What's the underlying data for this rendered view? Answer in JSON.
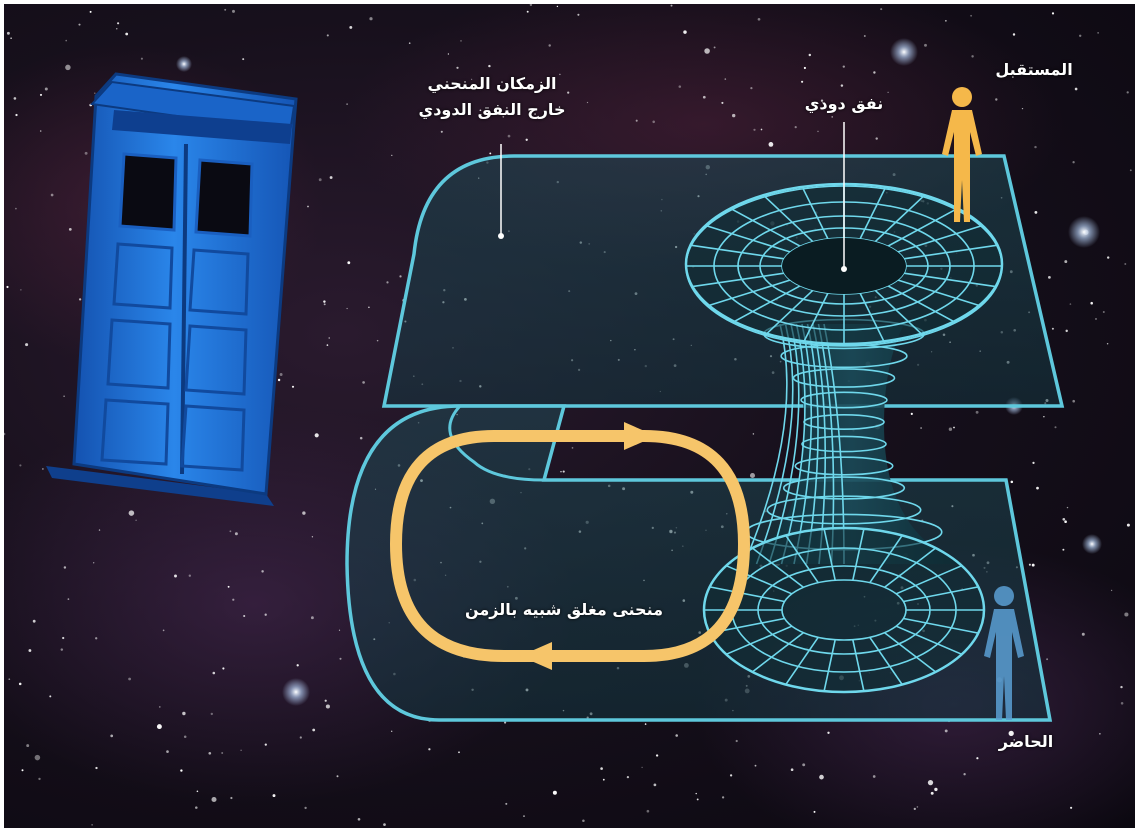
{
  "labels": {
    "curved_spacetime_line1": "الزمكان المنحني",
    "curved_spacetime_line2": "خارج النفق الدودي",
    "wormhole": "نفق دودي",
    "future": "المستقبل",
    "present": "الحاضر",
    "closed_timelike_curve": "منحنى مغلق شبيه بالزمن"
  },
  "colors": {
    "sheet_edge": "#5ec8dc",
    "wormhole_grid": "#6fd8ec",
    "loop": "#f6c56a",
    "tardis": "#1e6fd8",
    "figure_future": "#f5b84a",
    "figure_present": "#5a9fd4"
  },
  "icons": {
    "time_machine": "police-box-icon",
    "future_person": "person-icon",
    "present_person": "person-icon"
  }
}
